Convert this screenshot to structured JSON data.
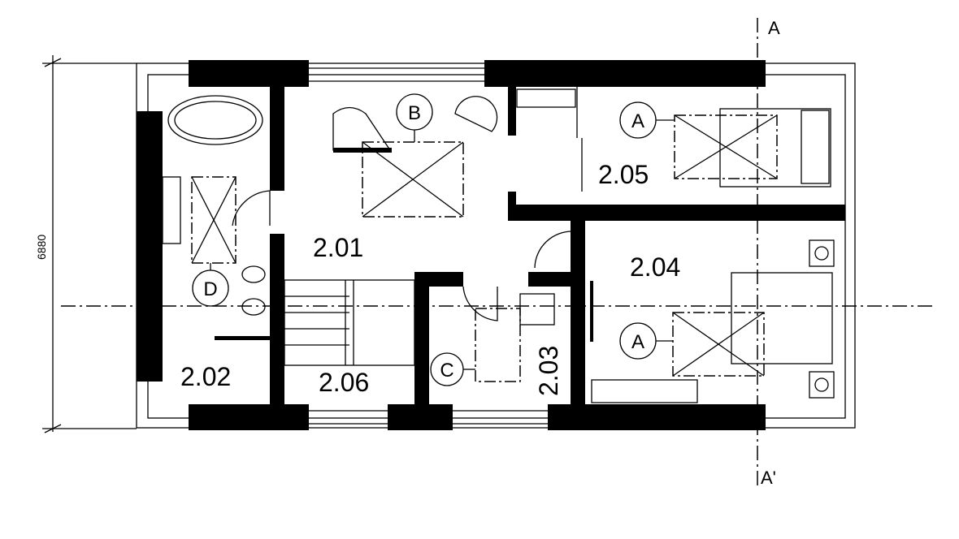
{
  "drawing": {
    "dimension": "6880",
    "section_top_label": "A",
    "section_bottom_label": "A'",
    "rooms": [
      "2.01",
      "2.02",
      "2.03",
      "2.04",
      "2.05",
      "2.06"
    ],
    "markers": {
      "piano": "B",
      "bed_205": "A",
      "bed_204": "A",
      "desk_203": "C",
      "bath_202": "D"
    }
  }
}
